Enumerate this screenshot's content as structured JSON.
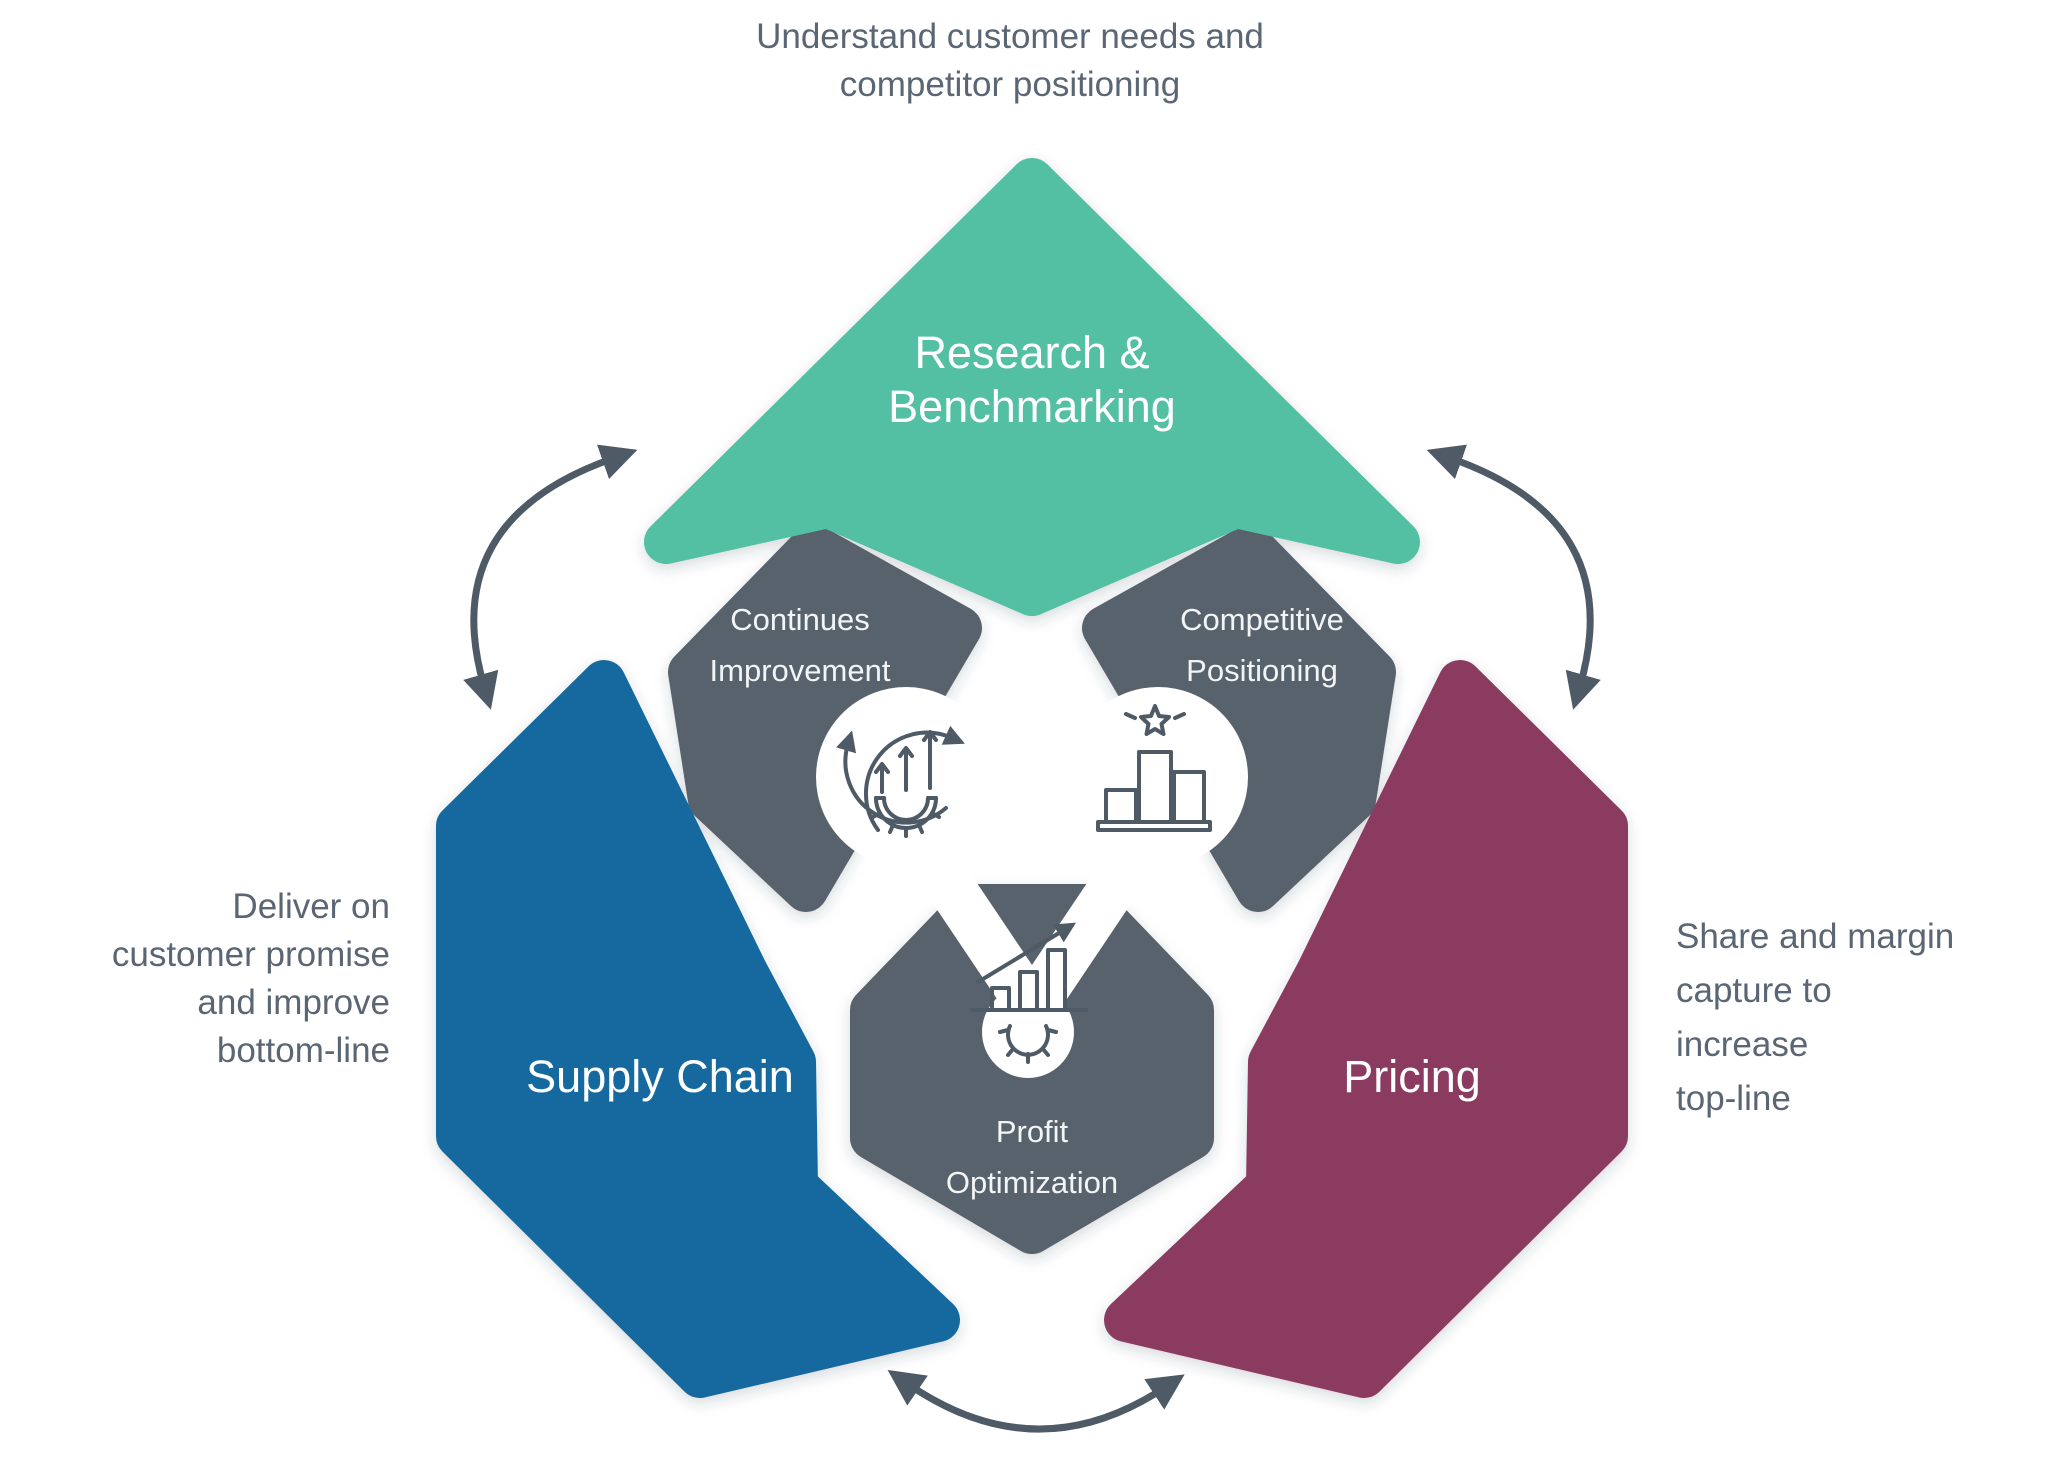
{
  "colors": {
    "teal": "#53BFA3",
    "blue": "#17699F",
    "maroon": "#8C3A61",
    "gray": "#58626C",
    "annotation_text": "#5A6673",
    "line": "#4E5A66",
    "background": "#FFFFFF"
  },
  "main_hexagons": {
    "research_benchmarking": {
      "lines": [
        "Research &",
        "Benchmarking"
      ],
      "annotation": {
        "lines": [
          "Understand customer needs and",
          "competitor positioning"
        ],
        "position": "top"
      }
    },
    "supply_chain": {
      "label": "Supply Chain",
      "annotation": {
        "lines": [
          "Deliver on",
          "customer promise",
          "and improve",
          "bottom-line"
        ],
        "position": "left"
      }
    },
    "pricing": {
      "label": "Pricing",
      "annotation": {
        "lines": [
          "Share and margin",
          "capture to",
          "increase",
          "top-line"
        ],
        "position": "right"
      }
    }
  },
  "sub_hexagons": {
    "continues_improvement": {
      "lines": [
        "Continues",
        "Improvement"
      ],
      "icon": "circular-arrows-gear-growth"
    },
    "competitive_positioning": {
      "lines": [
        "Competitive",
        "Positioning"
      ],
      "icon": "podium-star"
    },
    "profit_optimization": {
      "lines": [
        "Profit",
        "Optimization"
      ],
      "icon": "growth-chart-gear"
    }
  },
  "connectors": [
    "research_benchmarking-supply_chain",
    "research_benchmarking-pricing",
    "supply_chain-pricing"
  ]
}
